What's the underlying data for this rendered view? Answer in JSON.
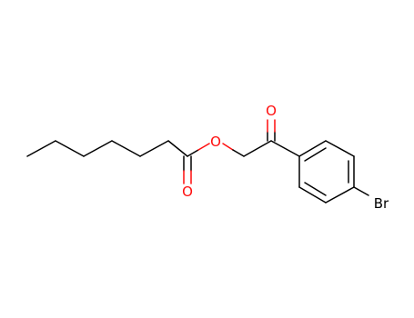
{
  "molecule": {
    "atoms": {
      "ester_o": {
        "label": "O",
        "color": "#ff0d0d"
      },
      "ester_carbonyl_o": {
        "label": "O",
        "color": "#ff0d0d"
      },
      "ketone_o": {
        "label": "O",
        "color": "#ff0d0d"
      },
      "bromine": {
        "label": "Br",
        "color": "#000000"
      }
    },
    "colors": {
      "bond": "#000000",
      "oxygen": "#ff0d0d",
      "background": "#ffffff"
    }
  }
}
